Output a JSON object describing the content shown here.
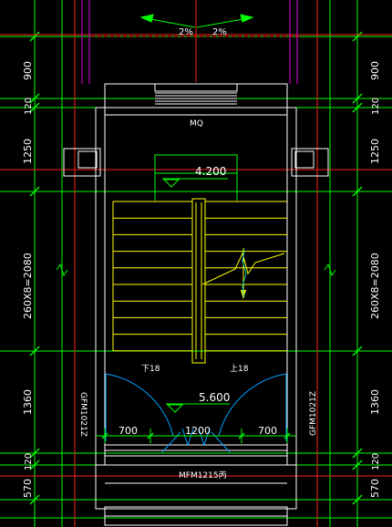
{
  "colors": {
    "background": "#000000",
    "wall": "#ffffff",
    "axis": "#ff2020",
    "dimension": "#00ff00",
    "stair": "#ffff00",
    "slope": "#00ff00",
    "door_swing": "#00a0ff",
    "pipe": "#c000c0",
    "text": "#ffffff"
  },
  "slope_labels": {
    "left": "2%",
    "right": "2%"
  },
  "room_label": "MQ",
  "landing_elevation_upper": "4.200",
  "landing_elevation_lower": "5.600",
  "flight_labels": {
    "left": "下18",
    "right": "上18"
  },
  "left_door_label": "GFM1021Z",
  "right_door_label": "GFM1021Z",
  "entrance_door_label": "MFM1215丙",
  "bottom_widths": {
    "left": "700",
    "middle": "1200",
    "right": "700"
  },
  "vertical_dimensions": {
    "d900": "900",
    "d120a": "120",
    "d1250": "1250",
    "d_flight": "260X8=2080",
    "d1360": "1360",
    "d120b": "120",
    "d570": "570"
  }
}
